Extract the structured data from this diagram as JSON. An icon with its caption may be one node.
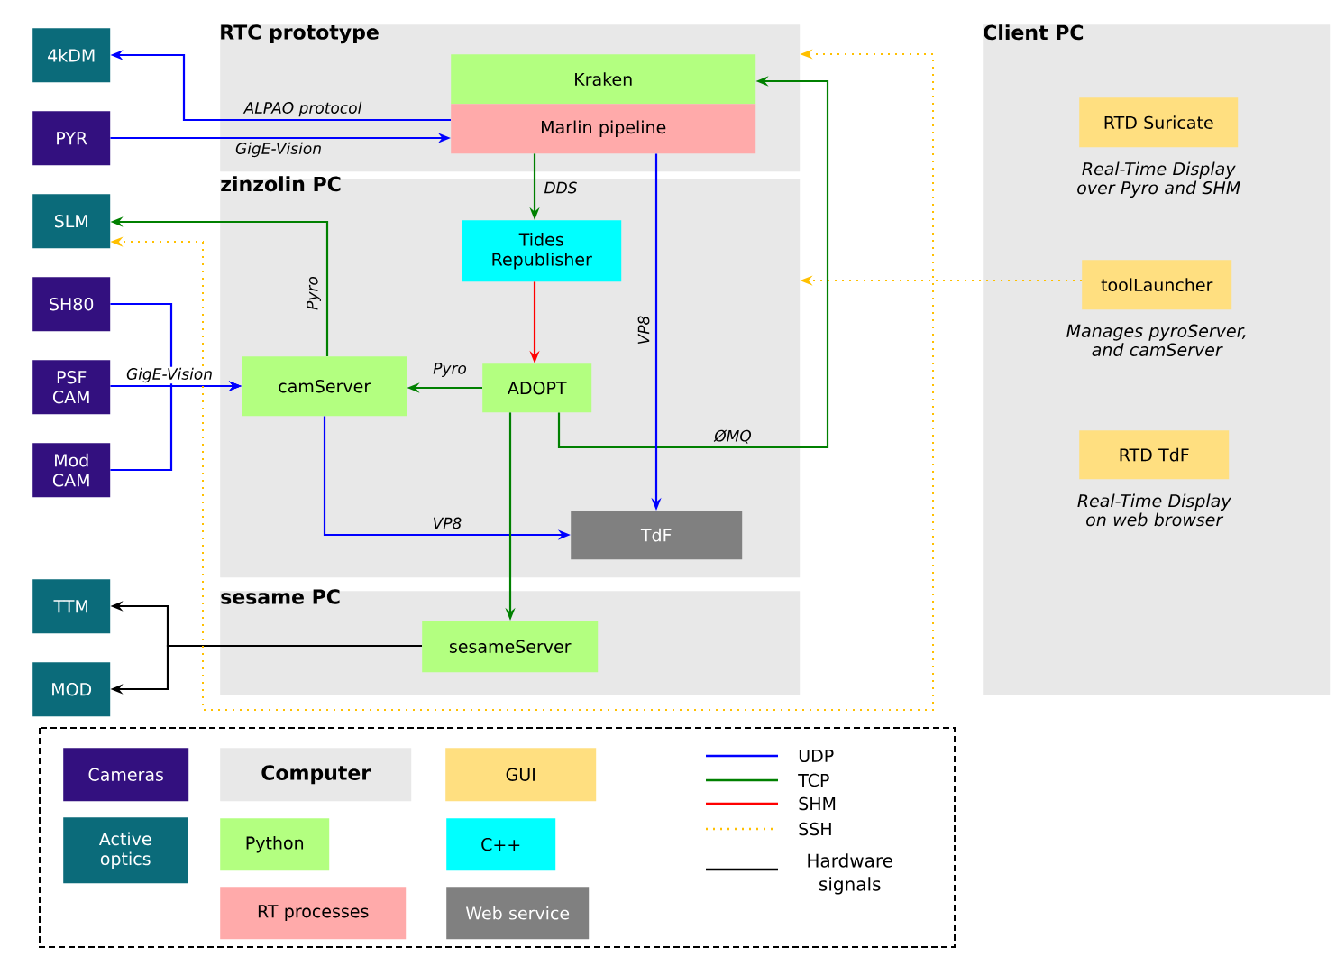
{
  "diagram": {
    "nodes": [
      {
        "text": [
          "RTC prototype"
        ]
      },
      {
        "text": [
          "zinzolin PC"
        ]
      },
      {
        "text": [
          "sesame PC"
        ]
      },
      {
        "text": [
          "Client PC"
        ]
      },
      {
        "text": [
          "4kDM"
        ]
      },
      {
        "text": [
          "PYR"
        ]
      },
      {
        "text": [
          "SLM"
        ]
      },
      {
        "text": [
          "SH80"
        ]
      },
      {
        "text": [
          "PSF CAM"
        ]
      },
      {
        "text": [
          "Mod CAM"
        ]
      },
      {
        "text": [
          "TTM"
        ]
      },
      {
        "text": [
          "MOD"
        ]
      },
      {
        "text": [
          "Kraken"
        ],
        "in": 0
      },
      {
        "text": [
          "Marlin pipeline"
        ],
        "in": 0
      },
      {
        "text": [
          "Tides Republisher"
        ],
        "in": 1
      },
      {
        "text": [
          "camServer"
        ],
        "in": 1
      },
      {
        "text": [
          "ADOPT"
        ],
        "in": 1
      },
      {
        "text": [
          "TdF"
        ],
        "in": 1
      },
      {
        "text": [
          "sesameServer"
        ],
        "in": 2
      },
      {
        "text": [
          "RTD Suricate"
        ],
        "in": 3,
        "beside": [
          "Real-Time Display over Pyro and SHM"
        ]
      },
      {
        "text": [
          "toolLauncher"
        ],
        "in": 3,
        "beside": [
          "Manages pyroServer, and camServer"
        ]
      },
      {
        "text": [
          "RTD TdF"
        ],
        "in": 3,
        "beside": [
          "Real-Time Display on web browser"
        ]
      }
    ],
    "edges": [
      {
        "from": 13,
        "to": 4,
        "arrow": "to",
        "label": "ALPAO protocol",
        "color": "#0000ff"
      },
      {
        "from": 5,
        "to": 13,
        "arrow": "to",
        "label": "GigE-Vision",
        "color": "#0000ff"
      },
      {
        "from": 15,
        "to": 6,
        "arrow": "to",
        "label": "Pyro",
        "color": "#008000"
      },
      {
        "from": 7,
        "to": 15,
        "arrow": "to",
        "color": "#0000ff"
      },
      {
        "from": 8,
        "to": 15,
        "arrow": "to",
        "label": "GigE-Vision",
        "color": "#0000ff"
      },
      {
        "from": 9,
        "to": 15,
        "arrow": "to",
        "color": "#0000ff"
      },
      {
        "from": 13,
        "to": 14,
        "arrow": "to",
        "label": "DDS",
        "color": "#008000"
      },
      {
        "from": 14,
        "to": 16,
        "arrow": "to",
        "color": "#ff0000"
      },
      {
        "from": 16,
        "to": 15,
        "arrow": "to",
        "label": "Pyro",
        "color": "#008000"
      },
      {
        "from": 16,
        "to": 12,
        "arrow": "to",
        "label": "ØMQ",
        "color": "#008000"
      },
      {
        "from": 13,
        "to": 17,
        "arrow": "to",
        "label": "VP8",
        "color": "#0000ff"
      },
      {
        "from": 15,
        "to": 17,
        "arrow": "to",
        "label": "VP8",
        "color": "#0000ff"
      },
      {
        "from": 16,
        "to": 18,
        "arrow": "to",
        "color": "#008000"
      },
      {
        "from": 18,
        "to": 10,
        "arrow": "to",
        "color": "#000000"
      },
      {
        "from": 18,
        "to": 11,
        "arrow": "to",
        "color": "#000000"
      },
      {
        "from": 20,
        "to": 0,
        "arrow": "to",
        "style": "dashed",
        "color": "#ffc000"
      },
      {
        "from": 20,
        "to": 1,
        "arrow": "to",
        "style": "dashed",
        "color": "#ffc000"
      },
      {
        "from": 20,
        "to": 6,
        "arrow": "to",
        "style": "dashed",
        "color": "#ffc000"
      }
    ],
    "legend": [
      {
        "text": "Cameras",
        "color": "#33107f"
      },
      {
        "text": "Active optics",
        "color": "#0b6b7a"
      },
      {
        "text": "Computer",
        "color": "#e8e8e8"
      },
      {
        "text": "Python",
        "color": "#b3ff80"
      },
      {
        "text": "RT processes",
        "color": "#ffaaaa"
      },
      {
        "text": "GUI",
        "color": "#ffdf80"
      },
      {
        "text": "C++",
        "color": "#00ffff"
      },
      {
        "text": "Web service",
        "color": "#808080"
      },
      {
        "text": "UDP"
      },
      {
        "text": "TCP"
      },
      {
        "text": "SHM"
      },
      {
        "text": "SSH"
      },
      {
        "text": "Hardware signals"
      }
    ]
  }
}
